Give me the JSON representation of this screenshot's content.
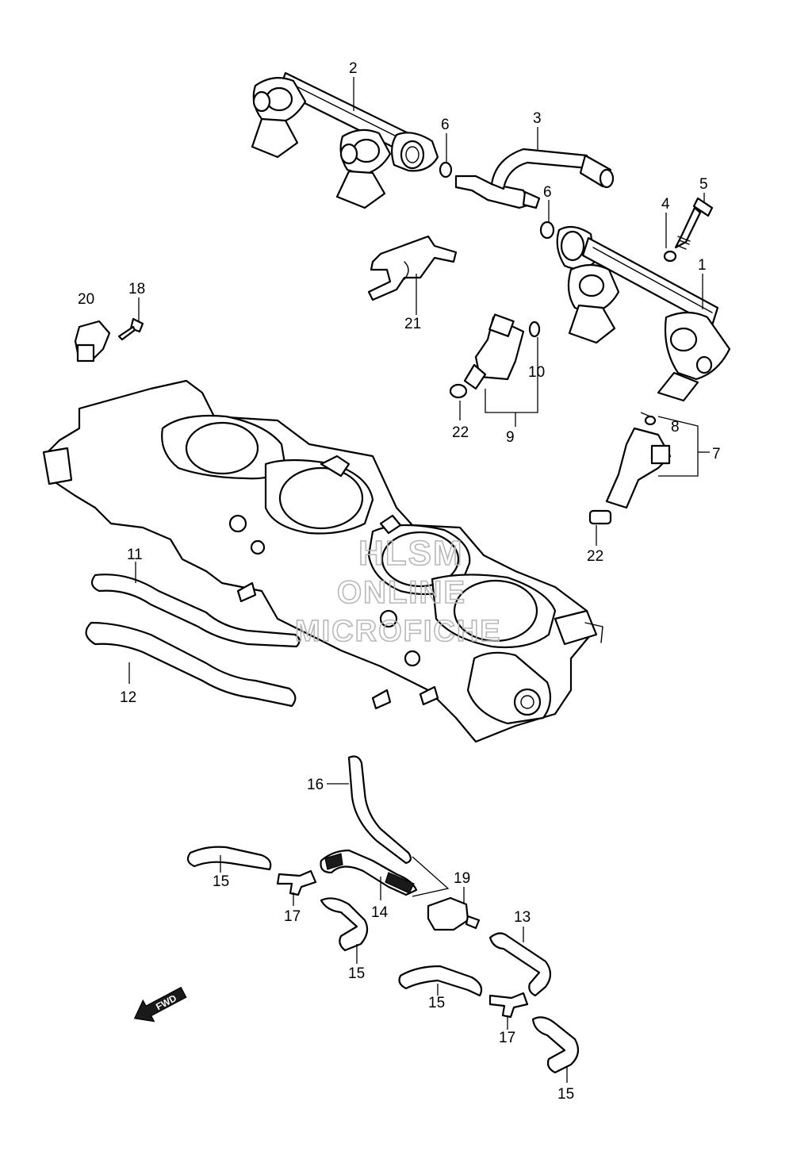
{
  "diagram": {
    "callouts": {
      "c1": "1",
      "c2": "2",
      "c3": "3",
      "c4": "4",
      "c5": "5",
      "c6a": "6",
      "c6b": "6",
      "c7": "7",
      "c8": "8",
      "c9": "9",
      "c10": "10",
      "c11": "11",
      "c12": "12",
      "c13": "13",
      "c14": "14",
      "c15a": "15",
      "c15b": "15",
      "c15c": "15",
      "c15d": "15",
      "c16": "16",
      "c17a": "17",
      "c17b": "17",
      "c18": "18",
      "c19": "19",
      "c20": "20",
      "c21": "21",
      "c22a": "22",
      "c22b": "22"
    },
    "direction_arrow": "FWD",
    "watermark": {
      "line1": "HLSM",
      "line2": "ONLINE",
      "line3": "MICROFICHE"
    }
  }
}
